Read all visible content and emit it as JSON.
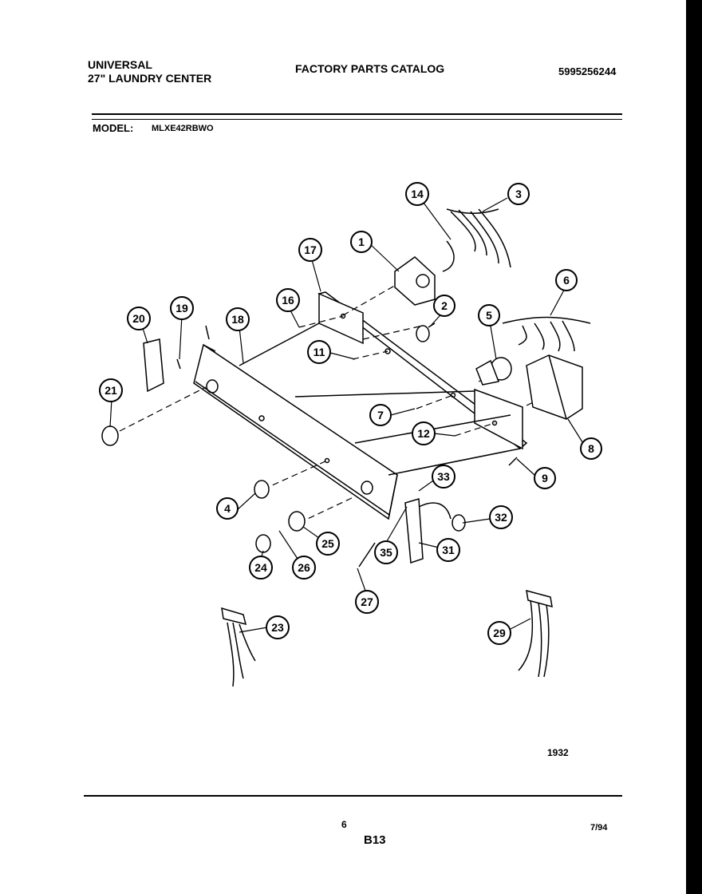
{
  "header": {
    "brand": "UNIVERSAL",
    "product": "27\" LAUNDRY CENTER",
    "catalog_title": "FACTORY PARTS CATALOG",
    "catalog_number": "5995256244",
    "model_label": "MODEL:",
    "model_value": "MLXE42RBWO"
  },
  "diagram": {
    "figure_code": "1932",
    "callouts": [
      "1",
      "2",
      "3",
      "4",
      "5",
      "6",
      "7",
      "8",
      "9",
      "11",
      "12",
      "14",
      "16",
      "17",
      "18",
      "19",
      "20",
      "21",
      "23",
      "24",
      "25",
      "26",
      "27",
      "29",
      "31",
      "32",
      "33",
      "35"
    ]
  },
  "footer": {
    "page_number": "6",
    "section_code": "B13",
    "date": "7/94"
  }
}
